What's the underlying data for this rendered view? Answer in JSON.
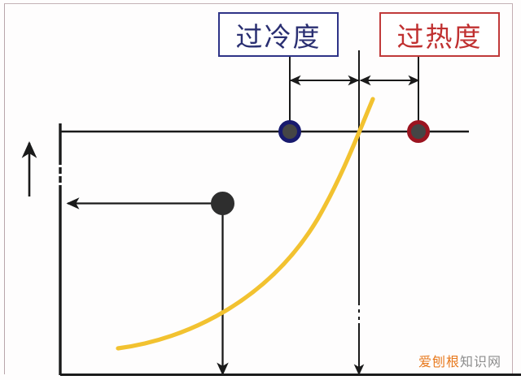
{
  "diagram": {
    "title_labels": {
      "subcooling": "过冷度",
      "superheating": "过热度"
    },
    "colors": {
      "subcool_box_border": "#2e3387",
      "subcool_text": "#2a2f72",
      "superheat_box_border": "#c03a3a",
      "superheat_text": "#c03030",
      "blue_point_ring": "#181a6e",
      "red_point_ring": "#9b1420",
      "point_fill": "#454545",
      "gray_point": "#2e2e2e",
      "curve": "#f2c230",
      "axis": "#1a1a1a",
      "frame": "#c0aeb2",
      "background": "#fefdfd"
    },
    "axes": {
      "y_axis_arrow": "up-arrow",
      "x_axis_line": "horizontal-pressure-line",
      "bottom_axis_line": "bottom-baseline"
    },
    "markers": {
      "blue_point_name": "subcooling-point",
      "red_point_name": "superheating-point",
      "gray_point_name": "saturation-point",
      "saturation_line_name": "saturation-reference-line"
    },
    "arrows": {
      "subcooling_span": "double-headed-arrow-subcooling",
      "superheating_span": "double-headed-arrow-superheating",
      "pressure_arrow": "left-pointing-pressure-arrow",
      "drop_arrow_left": "down-arrow-from-gray-point",
      "drop_arrow_right": "down-arrow-dashed-saturation"
    },
    "curve": {
      "name": "saturation-curve",
      "description": "rising yellow saturation curve"
    }
  },
  "watermark": {
    "highlight": "爱刨根",
    "rest": "知识网"
  }
}
